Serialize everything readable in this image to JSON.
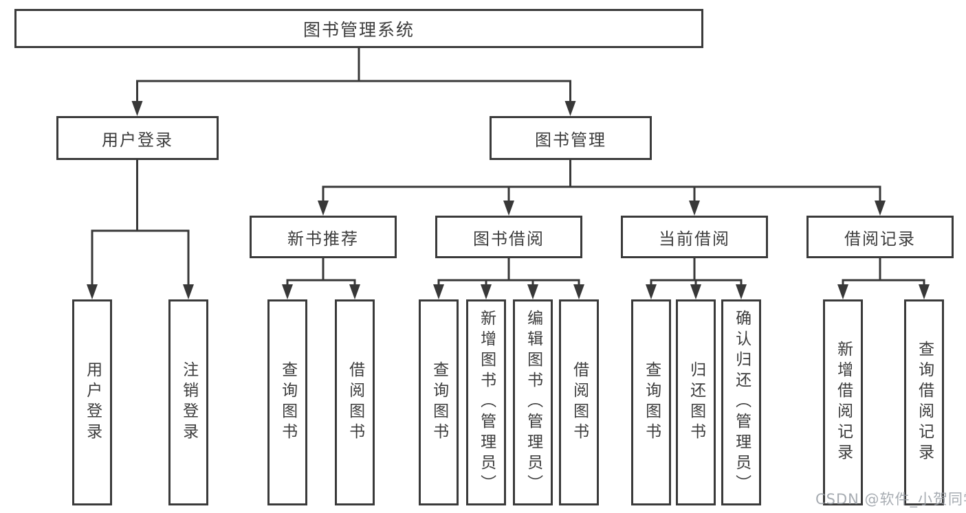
{
  "colors": {
    "line": "#383838",
    "node_border": "#3a3a3a",
    "text": "#3c3c3c",
    "watermark": "#989da5",
    "background": "#ffffff"
  },
  "diagram": {
    "root": {
      "label": "图书管理系统"
    },
    "branches": [
      {
        "label": "用户登录",
        "children": [
          {
            "label": "用户登录"
          },
          {
            "label": "注销登录"
          }
        ]
      },
      {
        "label": "图书管理",
        "children": [
          {
            "label": "新书推荐",
            "children": [
              {
                "label": "查询图书"
              },
              {
                "label": "借阅图书"
              }
            ]
          },
          {
            "label": "图书借阅",
            "children": [
              {
                "label": "查询图书"
              },
              {
                "label": "新增图书（管理员）"
              },
              {
                "label": "编辑图书（管理员）"
              },
              {
                "label": "借阅图书"
              }
            ]
          },
          {
            "label": "当前借阅",
            "children": [
              {
                "label": "查询图书"
              },
              {
                "label": "归还图书"
              },
              {
                "label": "确认归还（管理员）"
              }
            ]
          },
          {
            "label": "借阅记录",
            "children": [
              {
                "label": "新增借阅记录"
              },
              {
                "label": "查询借阅记录"
              }
            ]
          }
        ]
      }
    ],
    "watermark": "CSDN @软件_小贺同学"
  }
}
